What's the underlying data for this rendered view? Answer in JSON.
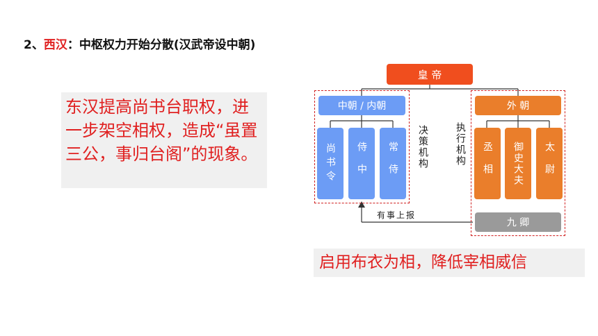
{
  "heading": {
    "prefix": "2、",
    "highlight": "西汉",
    "rest": "：中枢权力开始分散(汉武帝设中朝)"
  },
  "note_left": "东汉提高尚书台职权，进一步架空相权，造成“虽置三公，事归台阁”的现象。",
  "note_right": "启用布衣为相，降低宰相威信",
  "diagram": {
    "emperor": "皇 帝",
    "inner_court": "中朝 / 内朝",
    "outer_court": "外 朝",
    "inner_items": [
      "尚书令",
      "侍中",
      "常侍"
    ],
    "outer_items": [
      "丞相",
      "御史大夫",
      "太尉"
    ],
    "nine_ministers": "九 卿",
    "decision_label": "决策机构",
    "execution_label": "执行机构",
    "report_label": "有事上报"
  }
}
